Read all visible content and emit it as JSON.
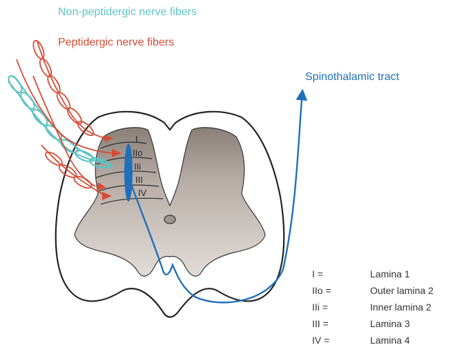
{
  "labels": {
    "non_peptidergic": "Non-peptidergic nerve fibers",
    "peptidergic": "Peptidergic nerve fibers",
    "spinothalamic": "Spinothalamic tract"
  },
  "laminae_marks": [
    {
      "text": "I"
    },
    {
      "text": "IIo"
    },
    {
      "text": "IIi"
    },
    {
      "text": "III"
    },
    {
      "text": "IV"
    }
  ],
  "legend": [
    {
      "key": "I =",
      "value": "Lamina 1"
    },
    {
      "key": "IIo =",
      "value": "Outer lamina 2"
    },
    {
      "key": "IIi =",
      "value": "Inner lamina 2"
    },
    {
      "key": "III =",
      "value": "Lamina 3"
    },
    {
      "key": "IV =",
      "value": "Lamina 4"
    }
  ],
  "colors": {
    "non_peptidergic": "#5fc3c4",
    "peptidergic": "#d84a35",
    "spinothalamic": "#1f6fba",
    "grey_matter": "#b8aca4",
    "outline": "#222222"
  }
}
